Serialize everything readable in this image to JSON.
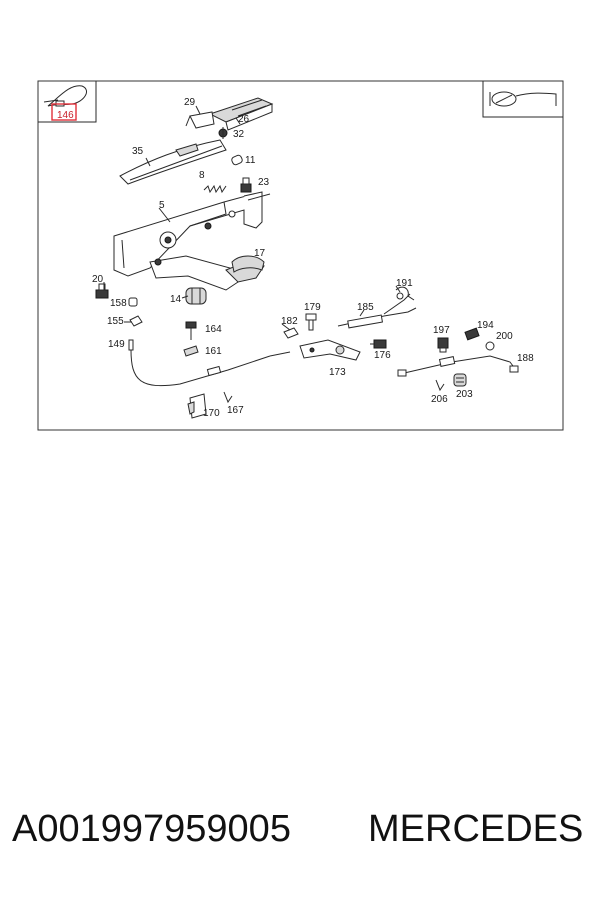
{
  "diagram": {
    "callouts": {
      "c146": "146",
      "c29": "29",
      "c26": "26",
      "c32": "32",
      "c35": "35",
      "c11": "11",
      "c8": "8",
      "c23": "23",
      "c5": "5",
      "c17": "17",
      "c20": "20",
      "c14": "14",
      "c158": "158",
      "c155": "155",
      "c164": "164",
      "c149": "149",
      "c161": "161",
      "c170": "170",
      "c167": "167",
      "c179": "179",
      "c182": "182",
      "c185": "185",
      "c191": "191",
      "c197": "197",
      "c194": "194",
      "c200": "200",
      "c176": "176",
      "c173": "173",
      "c188": "188",
      "c206": "206",
      "c203": "203"
    },
    "highlight_color": "#e0303a",
    "icons": [
      "cable-tie-icon",
      "brake-lever-symbol-icon"
    ]
  },
  "footer": {
    "part_number": "A001997959005",
    "brand": "MERCEDES"
  }
}
